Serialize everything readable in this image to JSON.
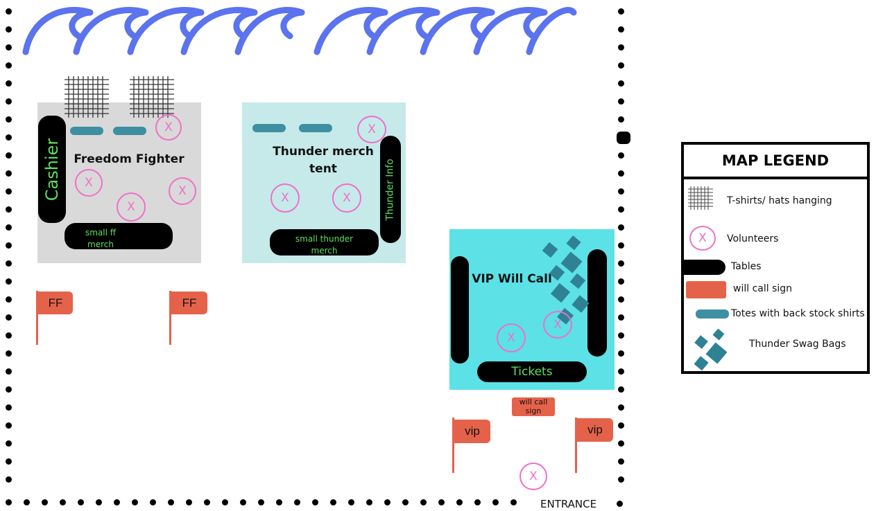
{
  "zones": {
    "freedom": {
      "title": "Freedom Fighter",
      "cashier": "Cashier",
      "table": "small ff\nmerch"
    },
    "thunder": {
      "title": "Thunder merch\ntent",
      "info": "Thunder Info",
      "table": "small thunder\nmerch"
    },
    "vip": {
      "title": "VIP Will Call",
      "tickets": "Tickets"
    }
  },
  "volunteer_mark": "X",
  "flags": {
    "ff_left": "FF",
    "ff_right": "FF",
    "vip_left": "vip",
    "vip_right": "vip"
  },
  "will_call_sign": "will call\nsign",
  "entrance": "ENTRANCE",
  "legend": {
    "title": "MAP LEGEND",
    "items": [
      {
        "icon": "grid-icon",
        "label": "T-shirts/ hats hanging"
      },
      {
        "icon": "volunteer-icon",
        "label": "Volunteers"
      },
      {
        "icon": "table-icon",
        "label": "Tables"
      },
      {
        "icon": "sign-icon",
        "label": "will call sign"
      },
      {
        "icon": "tote-icon",
        "label": "Totes with back stock shirts"
      },
      {
        "icon": "swag-bag-icon",
        "label": "Thunder Swag Bags"
      }
    ]
  },
  "colors": {
    "freedom_bg": "#d9d9d9",
    "thunder_bg": "#c6e9ea",
    "vip_bg": "#5ce1e6",
    "wave": "#5b73ee",
    "volunteer": "#ef6fc8",
    "flag": "#e5624a",
    "tote": "#3d8fa1",
    "swag": "#2e8294",
    "green_text": "#5ee05e"
  }
}
